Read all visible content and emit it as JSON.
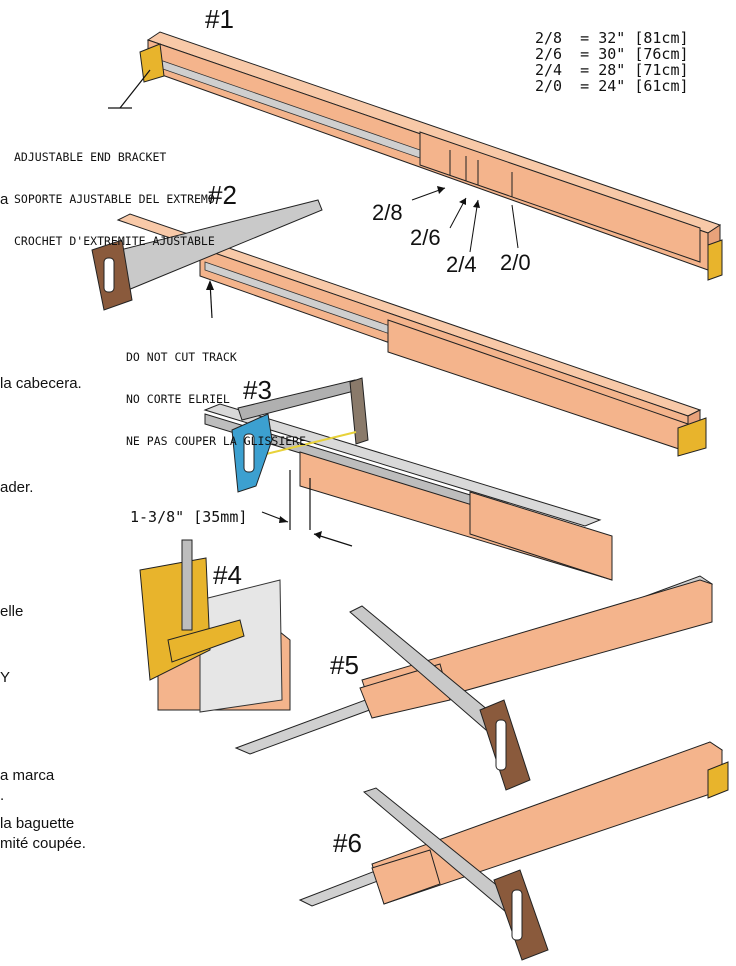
{
  "steps": {
    "s1": "#1",
    "s2": "#2",
    "s3": "#3",
    "s4": "#4",
    "s5": "#5",
    "s6": "#6"
  },
  "size_legend": [
    {
      "size": "2/8",
      "eq": "=",
      "inches": "32\"",
      "cm": "[81cm]"
    },
    {
      "size": "2/6",
      "eq": "=",
      "inches": "30\"",
      "cm": "[76cm]"
    },
    {
      "size": "2/4",
      "eq": "=",
      "inches": "28\"",
      "cm": "[71cm]"
    },
    {
      "size": "2/0",
      "eq": "=",
      "inches": "24\"",
      "cm": "[61cm]"
    }
  ],
  "bracket_callout": [
    "ADJUSTABLE END BRACKET",
    "SOPORTE AJUSTABLE DEL EXTREMO",
    "CROCHET D'EXTREMITE AJUSTABLE"
  ],
  "track_callout": [
    "DO NOT CUT TRACK",
    "NO CORTE ELRIEL",
    "NE PAS COUPER LA GLISSIERE"
  ],
  "size_labels": {
    "l28": "2/8",
    "l26": "2/6",
    "l24": "2/4",
    "l20": "2/0"
  },
  "cut_measure": "1-3/8\" [35mm]",
  "clipped_text": {
    "t1": "a",
    "t2": "la cabecera.",
    "t3": "ader.",
    "t4": "elle",
    "t5": "Y",
    "t6": "a marca",
    "t7": ".",
    "t8": "la baguette",
    "t9": "mité coupée."
  },
  "colors": {
    "wood": "#f4b48c",
    "wood_side": "#e8a27a",
    "brass": "#e8b42c",
    "track": "#c8c8c8",
    "saw_handle": "#8a5a3c",
    "hacksaw": "#3ca0d0",
    "hacksaw_frame": "#b0b0b0"
  }
}
